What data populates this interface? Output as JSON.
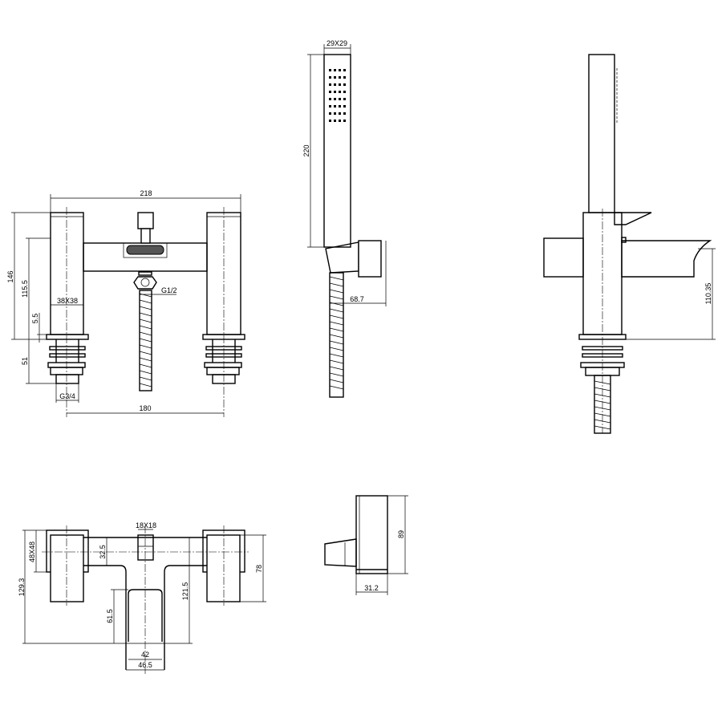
{
  "front_view": {
    "overall_width": "218",
    "overall_height": "146",
    "spout_height": "115.5",
    "pillar_size": "38X38",
    "plate_thickness": "5.5",
    "tail_length": "51",
    "tail_thread": "G3/4",
    "centres": "180",
    "hose_thread": "G1/2"
  },
  "hand_shower": {
    "head_size": "29X29",
    "head_length": "220",
    "bracket_projection": "68.7"
  },
  "side_view": {
    "spout_height": "110.35"
  },
  "top_view": {
    "handle_size": "48X48",
    "overall_depth": "129.3",
    "diverter_size": "18X18",
    "bar_depth": "32.5",
    "spout_projection": "61.5",
    "spout_reach": "121.5",
    "handle_depth": "78",
    "spout_inner_width": "42",
    "spout_outer_width": "46.5"
  },
  "bracket_view": {
    "height": "89",
    "depth": "31.2"
  }
}
